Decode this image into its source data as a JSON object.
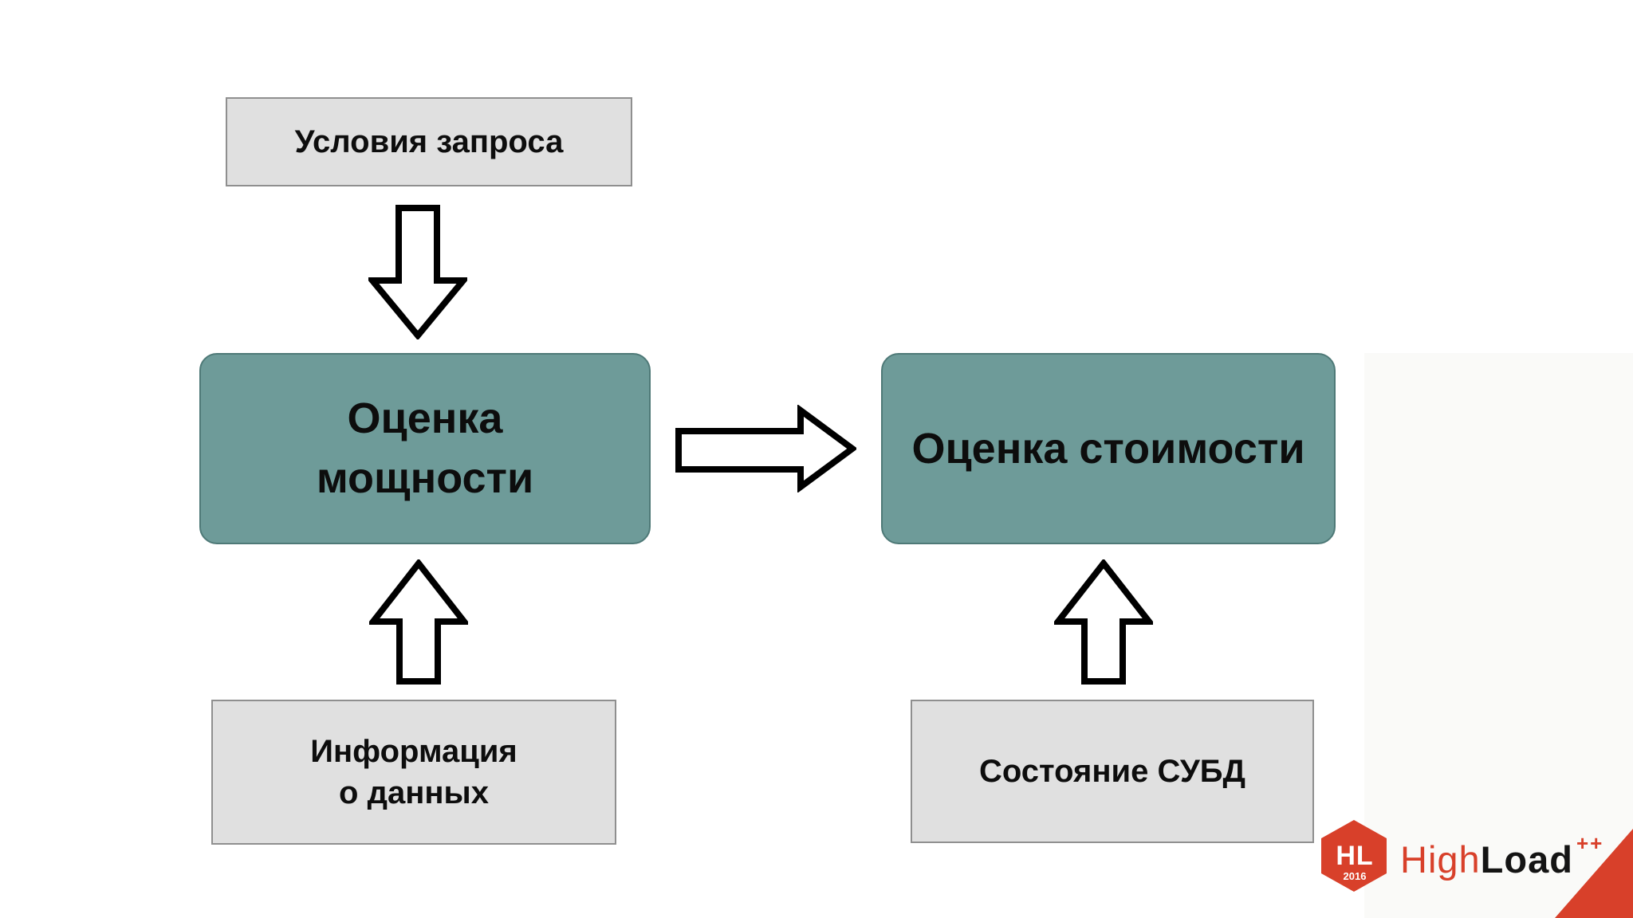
{
  "slide": {
    "background": "#FFFFFF",
    "boxes": {
      "query_conditions": {
        "label": "Условия запроса"
      },
      "cardinality_estimation": {
        "label_line1": "Оценка",
        "label_line2": "мощности"
      },
      "cost_estimation": {
        "label": "Оценка стоимости"
      },
      "data_information": {
        "label_line1": "Информация",
        "label_line2": "о данных"
      },
      "dbms_state": {
        "label": "Состояние СУБД"
      }
    },
    "colors": {
      "teal_fill": "#6E9B99",
      "teal_border": "#4E7977",
      "gray_fill": "#E0E0E0",
      "gray_border": "#8F8F8F",
      "arrow_outline": "#000000",
      "arrow_fill": "#FFFFFF",
      "text": "#0D0D0D",
      "brand_red": "#D8402A"
    }
  },
  "logo": {
    "badge_initials": "HL",
    "badge_year": "2016",
    "name_part1": "High",
    "name_part2": "Load",
    "name_suffix": "++"
  }
}
